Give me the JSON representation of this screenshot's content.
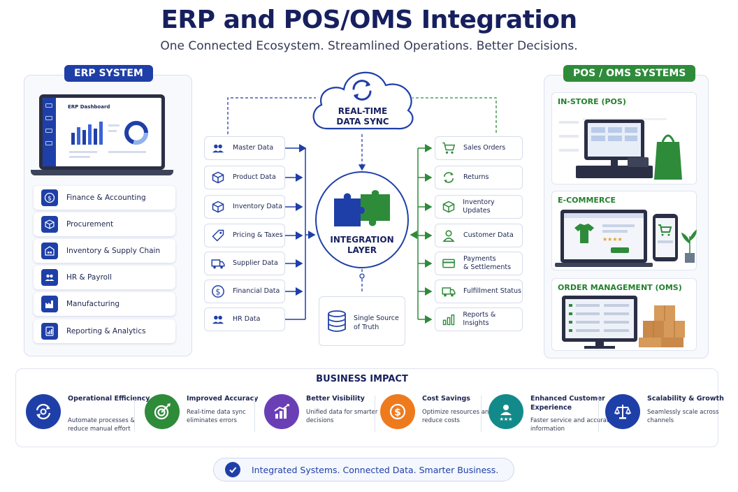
{
  "title": "ERP and POS/OMS Integration",
  "subtitle": "One Connected Ecosystem. Streamlined Operations. Better Decisions.",
  "colors": {
    "navy": "#1f3fa8",
    "green": "#2e8b3a",
    "title": "#17205e"
  },
  "erp": {
    "tag": "ERP SYSTEM",
    "dashboard_title": "ERP Dashboard",
    "modules": [
      {
        "label": "Finance & Accounting",
        "icon": "dollar-icon"
      },
      {
        "label": "Procurement",
        "icon": "box-icon"
      },
      {
        "label": "Inventory & Supply Chain",
        "icon": "warehouse-icon"
      },
      {
        "label": "HR & Payroll",
        "icon": "people-icon"
      },
      {
        "label": "Manufacturing",
        "icon": "factory-icon"
      },
      {
        "label": "Reporting & Analytics",
        "icon": "report-icon"
      }
    ]
  },
  "sync": {
    "label_line1": "REAL-TIME",
    "label_line2": "DATA SYNC"
  },
  "integration": {
    "label_line1": "INTEGRATION",
    "label_line2": "LAYER"
  },
  "truth": {
    "label_line1": "Single Source",
    "label_line2": "of Truth"
  },
  "left_data": [
    {
      "label": "Master Data",
      "icon": "people-icon"
    },
    {
      "label": "Product Data",
      "icon": "cube-icon"
    },
    {
      "label": "Inventory Data",
      "icon": "cube-icon"
    },
    {
      "label": "Pricing & Taxes",
      "icon": "tag-icon"
    },
    {
      "label": "Supplier Data",
      "icon": "truck-icon"
    },
    {
      "label": "Financial Data",
      "icon": "dollar-icon"
    },
    {
      "label": "HR Data",
      "icon": "people-icon"
    }
  ],
  "right_data": [
    {
      "label": "Sales Orders",
      "icon": "cart-icon"
    },
    {
      "label": "Returns",
      "icon": "refresh-icon"
    },
    {
      "label": "Inventory Updates",
      "icon": "cube-icon"
    },
    {
      "label": "Customer Data",
      "icon": "user-icon"
    },
    {
      "label": "Payments",
      "label2": "& Settlements",
      "icon": "card-icon"
    },
    {
      "label": "Fulfillment Status",
      "icon": "truck-icon"
    },
    {
      "label": "Reports & Insights",
      "icon": "bar-chart-icon"
    }
  ],
  "pos": {
    "tag": "POS / OMS SYSTEMS",
    "cards": [
      {
        "heading": "IN-STORE (POS)"
      },
      {
        "heading": "E-COMMERCE"
      },
      {
        "heading": "ORDER MANAGEMENT (OMS)"
      }
    ]
  },
  "impact": {
    "heading": "BUSINESS IMPACT",
    "items": [
      {
        "title": "Operational Efficiency",
        "desc": "Automate processes & reduce manual effort",
        "color": "#1f3fa8",
        "icon": "gear-sync-icon"
      },
      {
        "title": "Improved Accuracy",
        "desc": "Real-time data sync eliminates errors",
        "color": "#2e8b3a",
        "icon": "target-icon"
      },
      {
        "title": "Better Visibility",
        "desc": "Unified data for smarter decisions",
        "color": "#6a3fb5",
        "icon": "growth-chart-icon"
      },
      {
        "title": "Cost Savings",
        "desc": "Optimize resources and reduce costs",
        "color": "#ee7a1e",
        "icon": "coin-icon"
      },
      {
        "title": "Enhanced Customer Experience",
        "desc": "Faster service and accurate information",
        "color": "#138a8a",
        "icon": "customer-star-icon"
      },
      {
        "title": "Scalability & Growth",
        "desc": "Seamlessly scale across channels",
        "color": "#1f3fa8",
        "icon": "scale-icon"
      }
    ]
  },
  "footer": {
    "text": "Integrated Systems. Connected Data. Smarter Business."
  }
}
